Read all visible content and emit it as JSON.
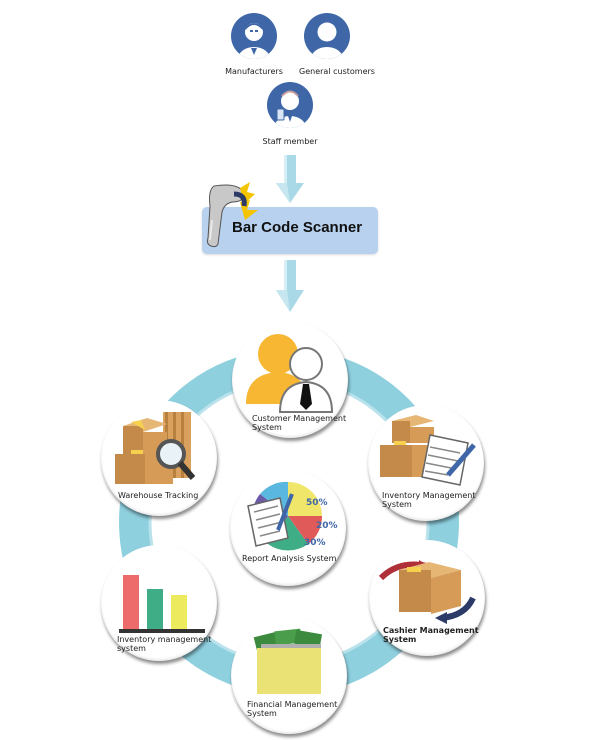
{
  "users": {
    "manufacturers": "Manufacturers",
    "general_customers": "General customers",
    "staff_member": "Staff member"
  },
  "scanner": {
    "label": "Bar Code Scanner"
  },
  "modules": {
    "customer_management": "Customer Management System",
    "inventory_management_top": "Inventory Management System",
    "warehouse_tracking": "Warehouse Tracking",
    "report_analysis": "Report Analysis System",
    "cashier_management": "Cashier Management System",
    "inventory_management_bottom": "Inventory management system",
    "financial_management": "Financial Management System"
  },
  "report_chart": {
    "labels": [
      "50%",
      "20%",
      "30%"
    ]
  },
  "colors": {
    "avatar_blue": "#3f67a8",
    "ring_blue": "#8fd0df",
    "scanner_box": "#b7d1ee",
    "arrow_blue": "#a9d9e6"
  }
}
